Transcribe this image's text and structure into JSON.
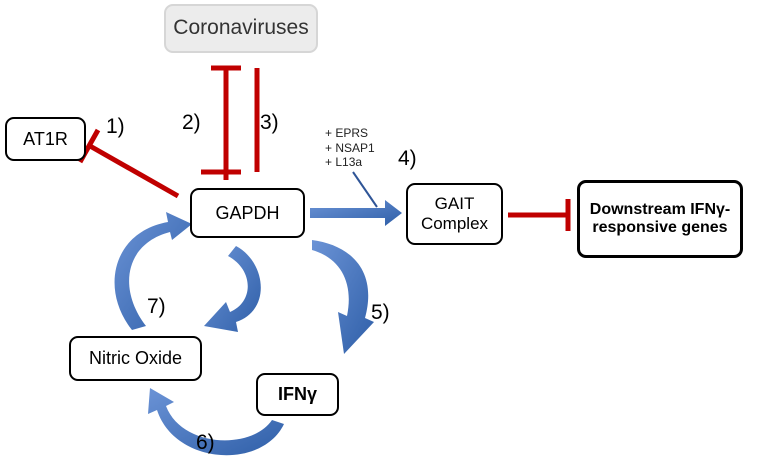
{
  "nodes": {
    "coronaviruses": "Coronaviruses",
    "at1r": "AT1R",
    "gapdh": "GAPDH",
    "gait_line1": "GAIT",
    "gait_line2": "Complex",
    "downstream_line1": "Downstream IFNγ-",
    "downstream_line2": "responsive genes",
    "nitric_oxide": "Nitric Oxide",
    "ifng": "IFNγ"
  },
  "labels": {
    "l1": "1)",
    "l2": "2)",
    "l3": "3)",
    "l4": "4)",
    "l5": "5)",
    "l6": "6)",
    "l7": "7)"
  },
  "cofactors": [
    "+ EPRS",
    "+ NSAP1",
    "+ L13a"
  ],
  "colors": {
    "inhibition": "#c00000",
    "activation": "#4472c4",
    "arrow_dark": "#2f5597"
  }
}
